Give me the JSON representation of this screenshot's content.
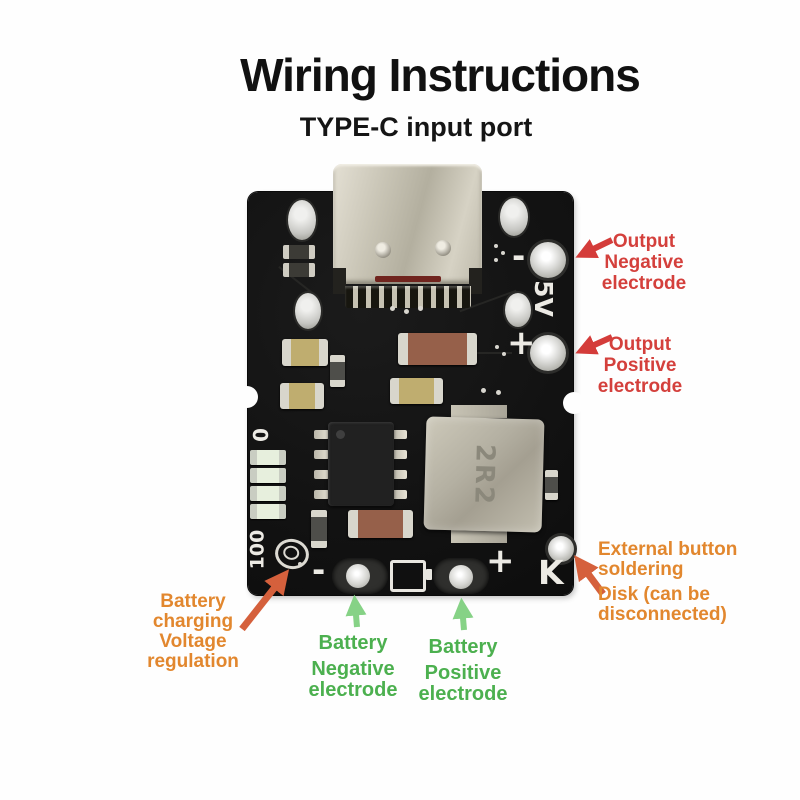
{
  "title": "Wiring Instructions",
  "subtitle": "TYPE-C input port",
  "colors": {
    "label_red": "#d4403c",
    "label_orange": "#e2872e",
    "label_green": "#4cb04f",
    "arrow_red": "#d43c3a",
    "arrow_orange": "#d5603c",
    "arrow_green": "#86d286",
    "board_black": "#141414",
    "metal_silver": "#c9c5b6"
  },
  "board_markings": {
    "output_negative_sign": "-",
    "output_voltage": "5V",
    "output_positive_sign": "+",
    "gauge_zero": "0",
    "gauge_hundred": "100",
    "battery_negative_sign": "-",
    "battery_positive_sign": "+",
    "key_pad": "K",
    "inductor_value": "2R2"
  },
  "annotations": {
    "output_negative": {
      "lines": [
        "Output",
        "Negative",
        "electrode"
      ]
    },
    "output_positive": {
      "lines": [
        "Output",
        "Positive",
        "electrode"
      ]
    },
    "external_button": {
      "lines": [
        "External button",
        "soldering",
        "Disk (can be",
        "disconnected)"
      ]
    },
    "battery_charging": {
      "lines": [
        "Battery",
        "charging",
        "Voltage",
        "regulation"
      ]
    },
    "battery_negative": {
      "lines": [
        "Battery",
        "Negative",
        "electrode"
      ]
    },
    "battery_positive": {
      "lines": [
        "Battery",
        "Positive",
        "electrode"
      ]
    }
  }
}
